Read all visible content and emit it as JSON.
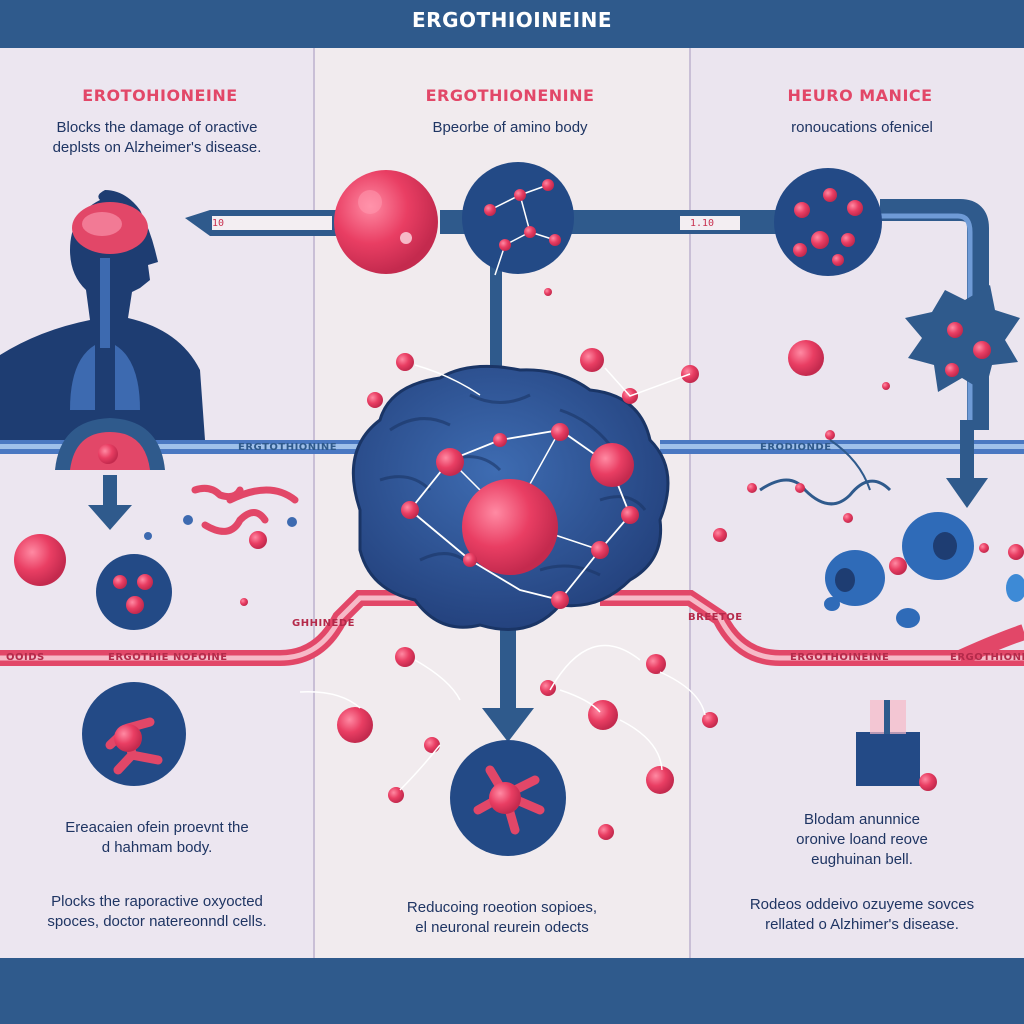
{
  "header": {
    "title": "ERGOTHIOINEINE"
  },
  "columns": [
    {
      "title": "EROTOHIONEINE",
      "subtitle": [
        "Blocks the damage of oractive",
        "deplsts on Alzheimer's disease."
      ],
      "bottom_top": [
        "Ereacaien ofein proevnt the",
        "d hahmam body."
      ],
      "bottom_bottom": [
        "Plocks the raporactive oxyocted",
        "spoces, doctor natereonndl cells."
      ]
    },
    {
      "title": "ERGOTHIONENINE",
      "subtitle": [
        "Bpeorbe of amino body"
      ],
      "bottom_bottom": [
        "Reducoing roeotion sopioes,",
        "el neuronal reurein odects"
      ]
    },
    {
      "title": "HEURO MANICE",
      "subtitle": [
        "ronoucations ofenicel"
      ],
      "bottom_top": [
        "Blodam anunnice",
        "oronive loand reove",
        "eughuinan bell."
      ],
      "bottom_bottom": [
        "Rodeos oddeivo ozuyeme sovces",
        "rellated o Alzhimer's disease."
      ]
    }
  ],
  "bands": {
    "blue_left": "ERGTOTHIONINE",
    "blue_right": "ERODIONDE",
    "red_far_left": "OOIDS",
    "red_left": "ERGOTHIE NOFOINE",
    "red_center_left": "GHHINEDE",
    "red_center_right": "BREETOE",
    "red_right": "ERGOTHOINEINE",
    "red_far_right": "ERGOTHIONE"
  },
  "tags": {
    "left": "10",
    "right": "1.10"
  },
  "colors": {
    "banner": "#2f5a8c",
    "accent_red": "#e24768",
    "navy": "#1f3f73",
    "blue": "#3d6ab0"
  }
}
